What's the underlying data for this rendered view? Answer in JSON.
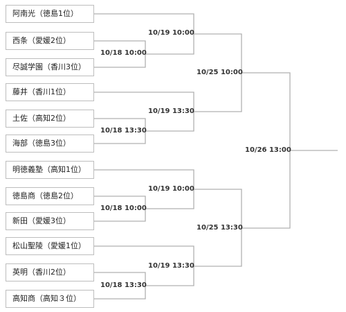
{
  "teams": [
    {
      "label": "阿南光（徳島1位）"
    },
    {
      "label": "西条（愛媛2位）"
    },
    {
      "label": "尽誠学園（香川3位）"
    },
    {
      "label": "藤井（香川1位）"
    },
    {
      "label": "土佐（高知2位）"
    },
    {
      "label": "海部（徳島3位）"
    },
    {
      "label": "明徳義塾（高知1位）"
    },
    {
      "label": "徳島商（徳島2位）"
    },
    {
      "label": "新田（愛媛3位）"
    },
    {
      "label": "松山聖陵（愛媛1位）"
    },
    {
      "label": "英明（香川2位）"
    },
    {
      "label": "高知商（高知３位）"
    }
  ],
  "rounds": {
    "first_round": [
      "10/18 10:00",
      "10/18 13:30",
      "10/18 10:00",
      "10/18 13:30"
    ],
    "second_round": [
      "10/19 10:00",
      "10/19 13:30",
      "10/19 10:00",
      "10/19 13:30"
    ],
    "semifinals": [
      "10/25 10:00",
      "10/25 13:30"
    ],
    "final": "10/26 13:00"
  },
  "colors": {
    "line": "#b0b0b0",
    "box_border": "#bdbdbd"
  }
}
